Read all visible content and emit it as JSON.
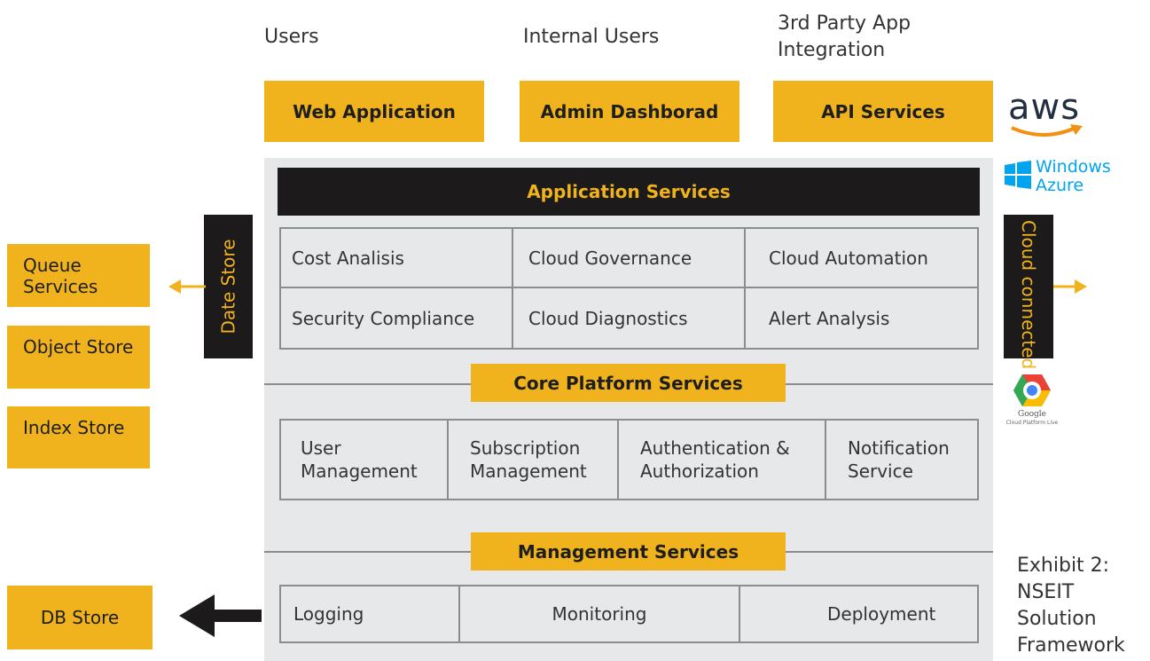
{
  "colors": {
    "accent": "#f0b31e",
    "dark": "#1c1a1a",
    "panel": "#e7e8ea",
    "border": "#8c8c8c"
  },
  "top": {
    "users": "Users",
    "internal_users": "Internal Users",
    "third_party": "3rd Party App Integration",
    "web_app": "Web Application",
    "admin_dashboard": "Admin Dashborad",
    "api_services": "API Services"
  },
  "application_services": {
    "title": "Application Services",
    "cells": [
      "Cost Analisis",
      "Cloud Governance",
      "Cloud Automation",
      "Security Compliance",
      "Cloud Diagnostics",
      "Alert Analysis"
    ]
  },
  "core_platform": {
    "title": "Core Platform Services",
    "cells": [
      "User Management",
      "Subscription Management",
      "Authentication & Authorization",
      "Notification Service"
    ]
  },
  "management": {
    "title": "Management Services",
    "cells": [
      "Logging",
      "Monitoring",
      "Deployment"
    ]
  },
  "left": {
    "date_store": "Date Store",
    "queue": "Queue Services",
    "object": "Object Store",
    "index": "Index Store",
    "db": "DB Store"
  },
  "right": {
    "cloud_connected": "Cloud connected",
    "aws": "aws",
    "windows": "Windows",
    "azure": "Azure",
    "google": "Google",
    "google_sub": "Cloud Platform Live"
  },
  "exhibit": {
    "line1": "Exhibit 2:",
    "line2": "NSEIT",
    "line3": "Solution",
    "line4": "Framework"
  },
  "icons": {
    "aws": "aws-logo-icon",
    "windows": "windows-logo-icon",
    "google": "google-cloud-icon"
  }
}
